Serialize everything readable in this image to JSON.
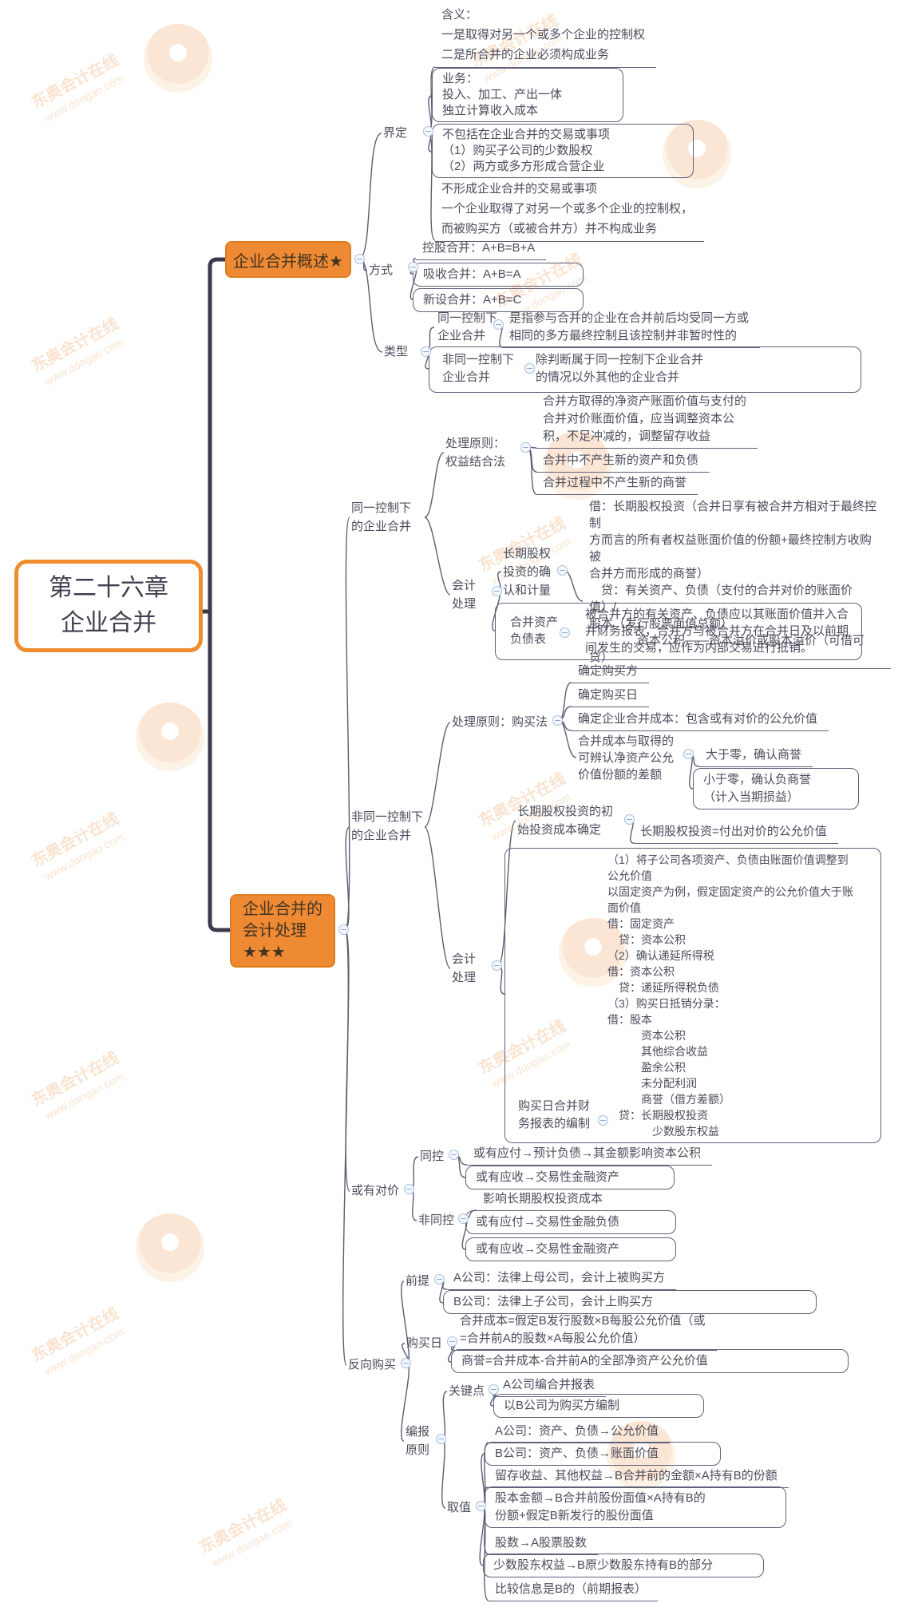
{
  "brand": {
    "name": "东奥会计在线",
    "site": "www.dongao.com"
  },
  "root_title": "第二十六章\n企业合并",
  "colors": {
    "accent": "#ee8a33",
    "line": "#5d5d72",
    "trunk": "#3a3a4d",
    "text": "#4c4c5c"
  },
  "b1": {
    "title": "企业合并概述★",
    "jieding": "界定",
    "hanyi": "含义：\n一是取得对另一个或多个企业的控制权\n二是所合并的企业必须构成业务",
    "yewu": "业务：\n投入、加工、产出一体\n独立计算收入成本",
    "bubaokuo": "不包括在企业合并的交易或事项\n（1）购买子公司的少数股权\n（2）两方或多方形成合营企业",
    "buxingcheng": "不形成企业合并的交易或事项\n一个企业取得了对另一个或多个企业的控制权，\n而被购买方（或被合并方）并不构成业务",
    "fangshi": "方式",
    "konggu": "控股合并：A+B=B+A",
    "xishou": "吸收合并：A+B=A",
    "xinshe": "新设合并：A+B=C",
    "leixing": "类型",
    "tongyi": "同一控制下\n企业合并",
    "tongyi_desc": "是指参与合并的企业在合并前后均受同一方或\n相同的多方最终控制且该控制并非暂时性的",
    "feitongyi": "非同一控制下\n企业合并",
    "feitongyi_desc": "除判断属于同一控制下企业合并\n的情况以外其他的企业合并"
  },
  "b2": {
    "title": "企业合并的\n会计处理\n★★★",
    "same": {
      "label": "同一控制下\n的企业合并",
      "principle": "处理原则：\n权益结合法",
      "p1": "合并方取得的净资产账面价值与支付的\n合并对价账面价值，应当调整资本公\n积，不足冲减的，调整留存收益",
      "p2": "合并中不产生新的资产和负债",
      "p3": "合并过程中不产生新的商誉",
      "acc": "会计\n处理",
      "lte_label": "长期股权\n投资的确\n认和计量",
      "lte_entry": "借：长期股权投资（合并日享有被合并方相对于最终控制\n方而言的所有者权益账面价值的份额+最终控制方收购被\n合并方而形成的商誉）\n　贷：有关资产、负债（支付的合并对价的账面价值）/\n股本（发行股票面值总额）\n　　　　资本公积——资本溢价或股本溢价（可借可贷）",
      "bs_label": "合并资产\n负债表",
      "bs_desc": "被合并方的有关资产、负债应以其账面价值并入合\n并财务报表，合并方与被合并方在合并日及以前期\n间发生的交易，应作为内部交易进行抵销。"
    },
    "diff": {
      "label": "非同一控制下\n的企业合并",
      "principle": "处理原则：购买法",
      "s1": "确定购买方",
      "s2": "确定购买日",
      "s3": "确定企业合并成本：包含或有对价的公允价值",
      "s4": "合并成本与取得的\n可辨认净资产公允\n价值份额的差额",
      "gt": "大于零，确认商誉",
      "lt": "小于零，确认负商誉\n（计入当期损益）",
      "acc": "会计\n处理",
      "init_label": "长期股权投资的初\n始投资成本确定",
      "init_value": "长期股权投资=付出对价的公允价值",
      "fs_label": "购买日合并财\n务报表的编制",
      "fs_entries": "（1）将子公司各项资产、负债由账面价值调整到\n公允价值\n以固定资产为例，假定固定资产的公允价值大于账\n面价值\n借：固定资产\n　贷：资本公积\n（2）确认递延所得税\n借：资本公积\n　贷：递延所得税负债\n（3）购买日抵销分录：\n借：股本\n　　　资本公积\n　　　其他综合收益\n　　　盈余公积\n　　　未分配利润\n　　　商誉（借方差额）\n　贷：长期股权投资\n　　　　少数股东权益"
    },
    "contingent": {
      "label": "或有对价",
      "same_label": "同控",
      "same1": "或有应付→预计负债→其金额影响资本公积",
      "same2": "或有应收→交易性金融资产",
      "diff_label": "非同控",
      "diff1": "影响长期股权投资成本",
      "diff2": "或有应付→交易性金融负债",
      "diff3": "或有应收→交易性金融资产"
    },
    "reverse": {
      "label": "反向购买",
      "premise": "前提",
      "premise_a": "A公司：法律上母公司，会计上被购买方",
      "premise_b": "B公司：法律上子公司，会计上购买方",
      "date": "购买日",
      "date_cost": "合并成本=假定B发行股数×B每股公允价值（或\n=合并前A的股数×A每股公允价值）",
      "date_goodwill": "商誉=合并成本-合并前A的全部净资产公允价值",
      "report": "编报\n原则",
      "key": "关键点",
      "key1": "A公司编合并报表",
      "key2": "以B公司为购买方编制",
      "value": "取值",
      "v1": "A公司：资产、负债→公允价值",
      "v2": "B公司：资产、负债→账面价值",
      "v3": "留存收益、其他权益→B合并前的金额×A持有B的份额",
      "v4": "股本金额→B合并前股份面值×A持有B的\n份额+假定B新发行的股份面值",
      "v5": "股数→A股票股数",
      "v6": "少数股东权益→B原少数股东持有B的部分",
      "v7": "比较信息是B的（前期报表）"
    }
  }
}
